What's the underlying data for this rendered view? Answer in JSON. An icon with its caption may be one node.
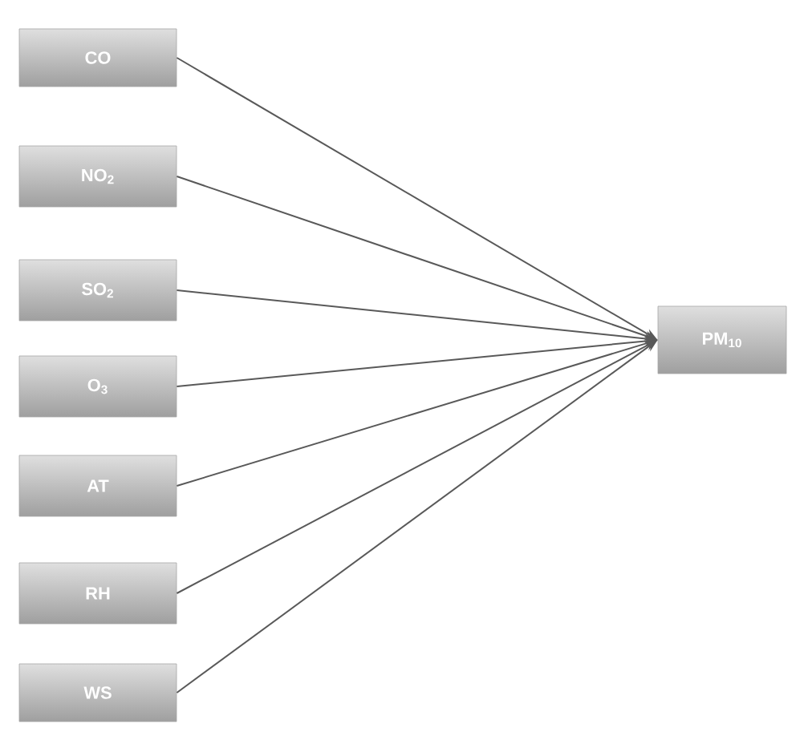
{
  "diagram": {
    "nodes": [
      {
        "text": [
          "CO"
        ]
      },
      {
        "text": [
          "NO$_{2}$"
        ]
      },
      {
        "text": [
          "SO$_{2}$"
        ]
      },
      {
        "text": [
          "O$_{3}$"
        ]
      },
      {
        "text": [
          "AT"
        ]
      },
      {
        "text": [
          "RH"
        ]
      },
      {
        "text": [
          "WS"
        ]
      },
      {
        "text": [
          "PM$_{10}$"
        ]
      }
    ],
    "edges": [
      {
        "from": 0,
        "to": 7,
        "arrow": "to"
      },
      {
        "from": 1,
        "to": 7,
        "arrow": "to"
      },
      {
        "from": 2,
        "to": 7,
        "arrow": "to"
      },
      {
        "from": 3,
        "to": 7,
        "arrow": "to"
      },
      {
        "from": 4,
        "to": 7,
        "arrow": "to"
      },
      {
        "from": 5,
        "to": 7,
        "arrow": "to"
      },
      {
        "from": 6,
        "to": 7,
        "arrow": "to"
      }
    ]
  }
}
